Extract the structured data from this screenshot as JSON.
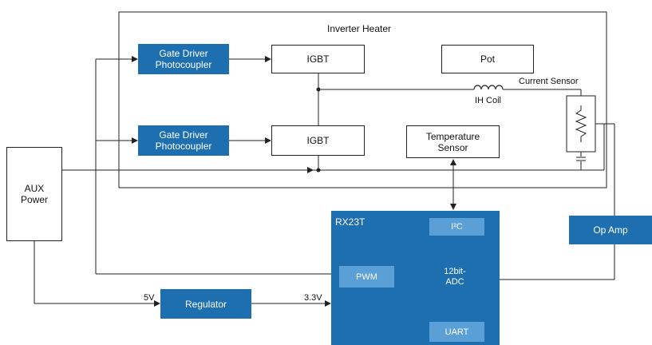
{
  "inverter_heater": {
    "title": "Inverter Heater"
  },
  "gate_driver_top": {
    "label": "Gate Driver\nPhotocoupler"
  },
  "gate_driver_bottom": {
    "label": "Gate Driver\nPhotocoupler"
  },
  "igbt_top": {
    "label": "IGBT"
  },
  "igbt_bottom": {
    "label": "IGBT"
  },
  "pot": {
    "label": "Pot"
  },
  "ih_coil": {
    "label": "IH Coil"
  },
  "current_sensor": {
    "label": "Current Sensor"
  },
  "temperature_sensor": {
    "label": "Temperature\nSensor"
  },
  "aux_power": {
    "label": "AUX\nPower"
  },
  "regulator": {
    "label": "Regulator"
  },
  "op_amp": {
    "label": "Op Amp"
  },
  "mcu": {
    "title": "RX23T",
    "i2c": "I²C",
    "pwm": "PWM",
    "adc": "12bit-\nADC",
    "uart": "UART"
  },
  "voltages": {
    "v5": "5V",
    "v33": "3.3V"
  },
  "colors": {
    "block_blue": "#1e6fb0",
    "inner_blue": "#5a9fd6",
    "line": "#222222"
  }
}
